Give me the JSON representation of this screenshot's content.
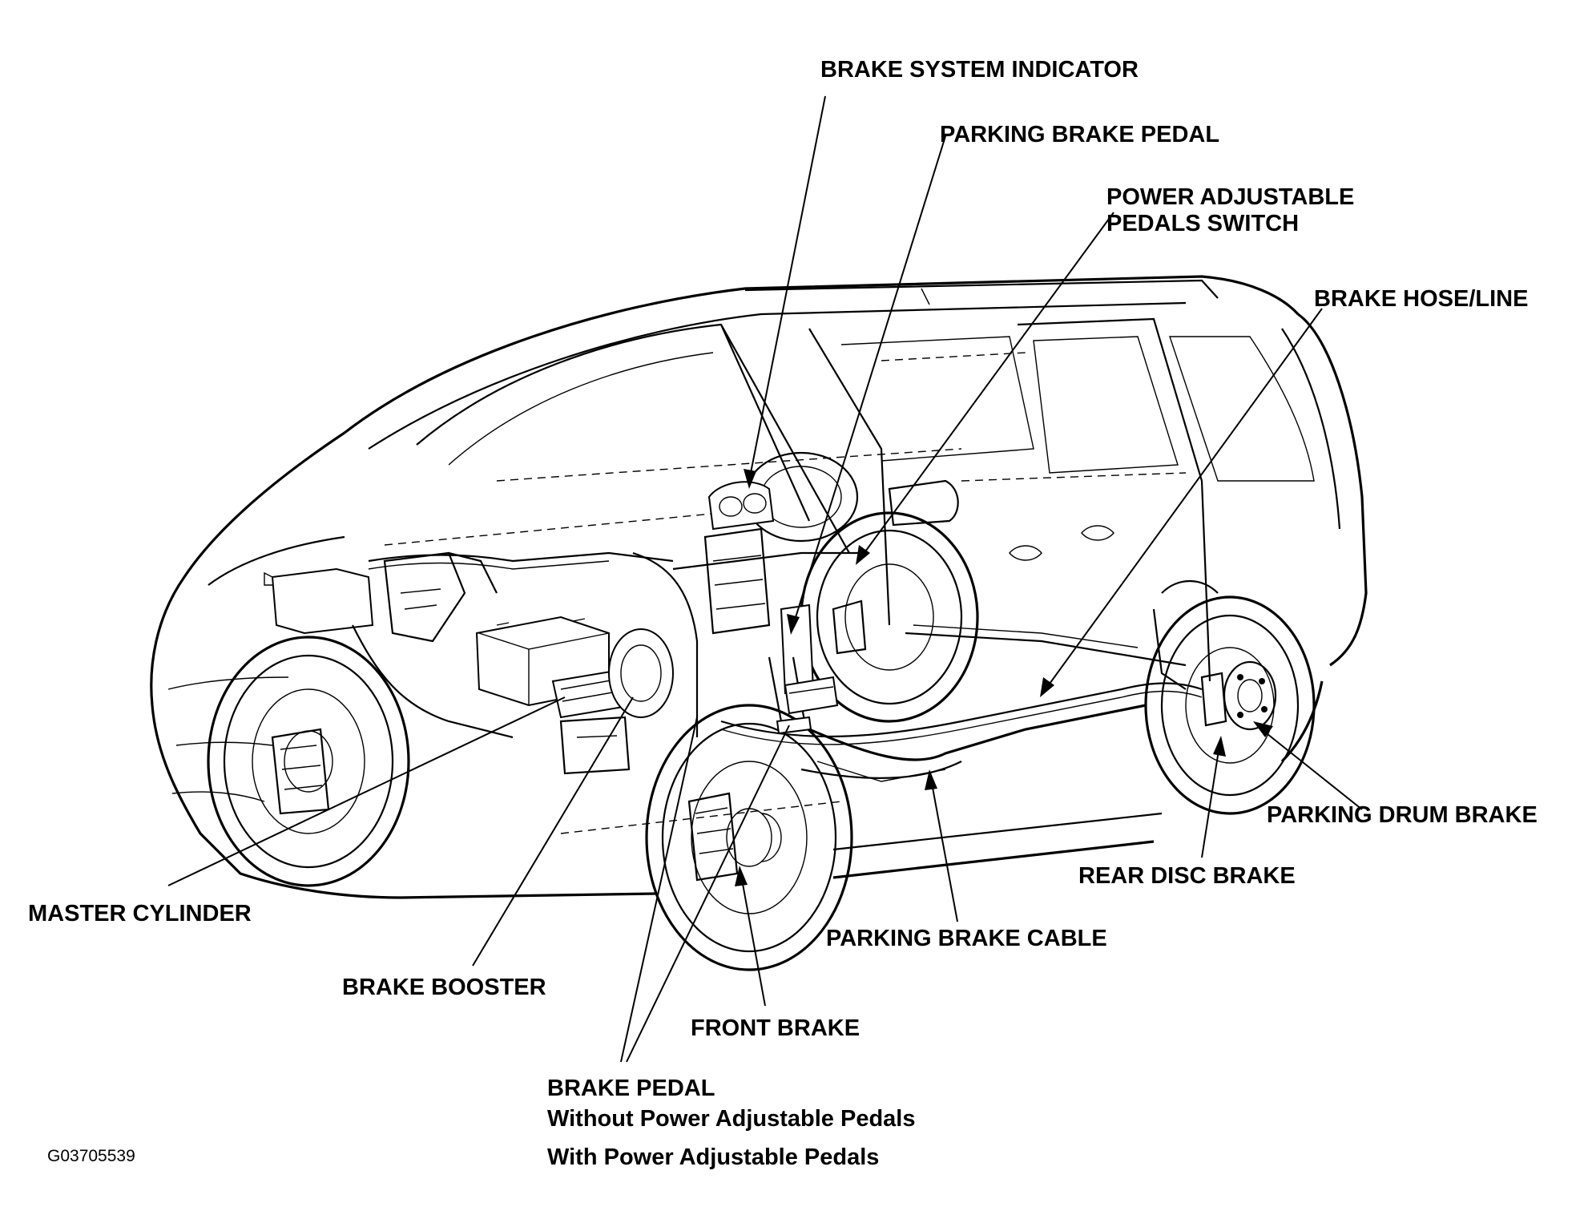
{
  "labels": {
    "brake_system_indicator": "BRAKE SYSTEM INDICATOR",
    "parking_brake_pedal": "PARKING BRAKE PEDAL",
    "power_adjustable_pedals_switch_line1": "POWER ADJUSTABLE",
    "power_adjustable_pedals_switch_line2": "PEDALS SWITCH",
    "brake_hose_line": "BRAKE HOSE/LINE",
    "parking_drum_brake": "PARKING DRUM BRAKE",
    "rear_disc_brake": "REAR DISC BRAKE",
    "parking_brake_cable": "PARKING BRAKE CABLE",
    "front_brake": "FRONT BRAKE",
    "brake_pedal_line1": "BRAKE PEDAL",
    "brake_pedal_line2": "Without Power Adjustable Pedals",
    "brake_pedal_line3": "With Power Adjustable Pedals",
    "brake_booster": "BRAKE BOOSTER",
    "master_cylinder": "MASTER CYLINDER"
  },
  "figure_id": "G03705539",
  "colors": {
    "ink": "#000000",
    "paper": "#ffffff"
  }
}
